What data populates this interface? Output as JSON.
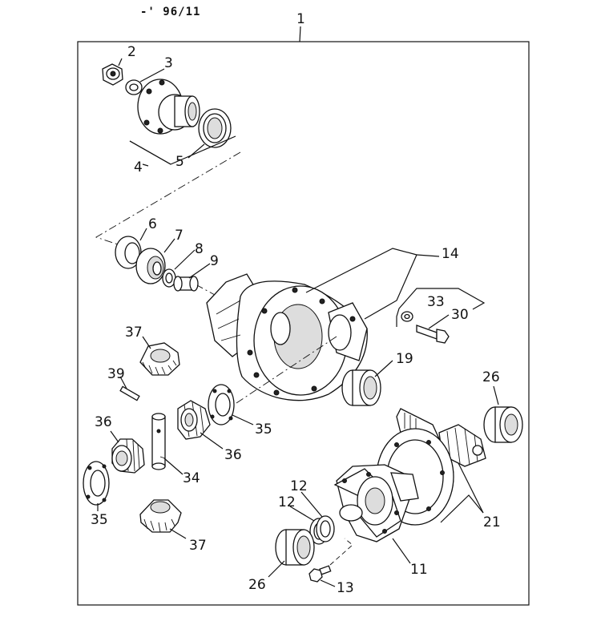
{
  "header": {
    "code": "-' 96/11"
  },
  "callouts": {
    "p1": "1",
    "p2": "2",
    "p3": "3",
    "p4": "4",
    "p5": "5",
    "p6": "6",
    "p7": "7",
    "p8": "8",
    "p9": "9",
    "p14": "14",
    "p33": "33",
    "p30": "30",
    "p37a": "37",
    "p19": "19",
    "p39": "39",
    "p26a": "26",
    "p36a": "36",
    "p35a": "35",
    "p36b": "36",
    "p34": "34",
    "p12a": "12",
    "p12b": "12",
    "p21": "21",
    "p35b": "35",
    "p37b": "37",
    "p26b": "26",
    "p11": "11",
    "p13": "13"
  }
}
